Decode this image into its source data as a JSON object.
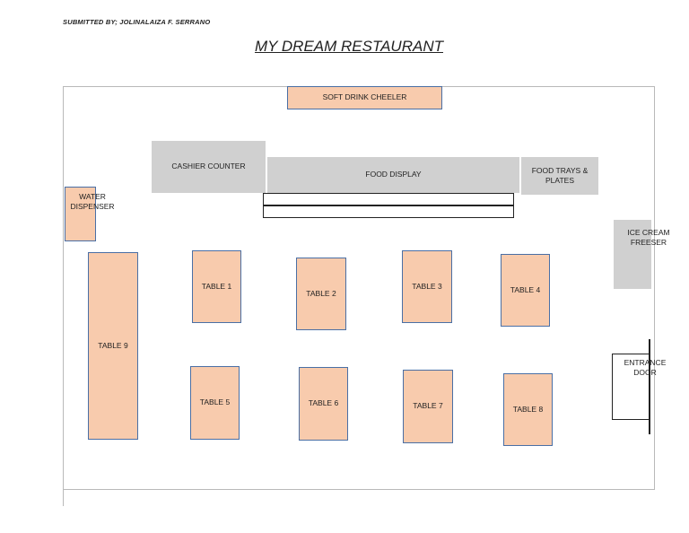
{
  "header": {
    "submitted_by": "SUBMITTED BY;  JOLINALAIZA F. SERRANO",
    "title": "MY DREAM RESTAURANT"
  },
  "stations": {
    "soft_drink": "SOFT DRINK CHEELER",
    "cashier": "CASHIER COUNTER",
    "food_display": "FOOD DISPLAY",
    "food_trays": "FOOD TRAYS & PLATES",
    "water": "WATER DISPENSER",
    "ice_cream": "ICE CREAM FREESER",
    "entrance": "ENTRANCE DOOR"
  },
  "tables": {
    "t1": "TABLE 1",
    "t2": "TABLE 2",
    "t3": "TABLE 3",
    "t4": "TABLE 4",
    "t5": "TABLE 5",
    "t6": "TABLE 6",
    "t7": "TABLE 7",
    "t8": "TABLE 8",
    "t9": "TABLE 9"
  },
  "colors": {
    "table_fill": "#f8cbad",
    "table_border": "#4a6fa5",
    "station_fill": "#d0d0d0"
  }
}
